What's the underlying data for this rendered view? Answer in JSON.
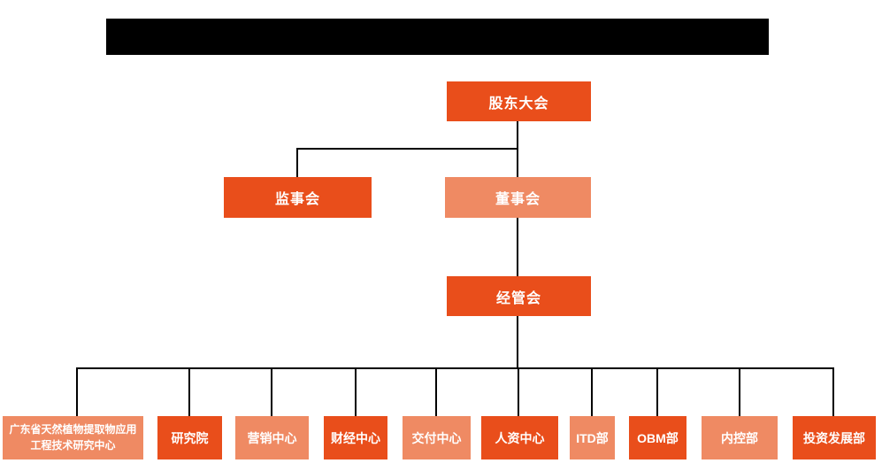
{
  "title_bar": {
    "color": "#000000"
  },
  "colors": {
    "primary_orange": "#e94e1b",
    "secondary_salmon": "#ef8a63",
    "connector_line": "#000000",
    "node_text": "#ffffff",
    "background": "#ffffff"
  },
  "org_chart": {
    "type": "organization-chart",
    "root": {
      "label": "股东大会",
      "color": "#e94e1b"
    },
    "supervisory_board": {
      "label": "监事会",
      "color": "#e94e1b"
    },
    "board_of_directors": {
      "label": "董事会",
      "color": "#ef8a63"
    },
    "management_committee": {
      "label": "经管会",
      "color": "#e94e1b"
    },
    "departments": [
      {
        "label": "广东省天然植物提取物应用工程技术研究中心",
        "color": "#ef8a63"
      },
      {
        "label": "研究院",
        "color": "#e94e1b"
      },
      {
        "label": "营销中心",
        "color": "#ef8a63"
      },
      {
        "label": "财经中心",
        "color": "#e94e1b"
      },
      {
        "label": "交付中心",
        "color": "#ef8a63"
      },
      {
        "label": "人资中心",
        "color": "#e94e1b"
      },
      {
        "label": "ITD部",
        "color": "#ef8a63"
      },
      {
        "label": "OBM部",
        "color": "#e94e1b"
      },
      {
        "label": "内控部",
        "color": "#ef8a63"
      },
      {
        "label": "投资发展部",
        "color": "#e94e1b"
      }
    ]
  }
}
